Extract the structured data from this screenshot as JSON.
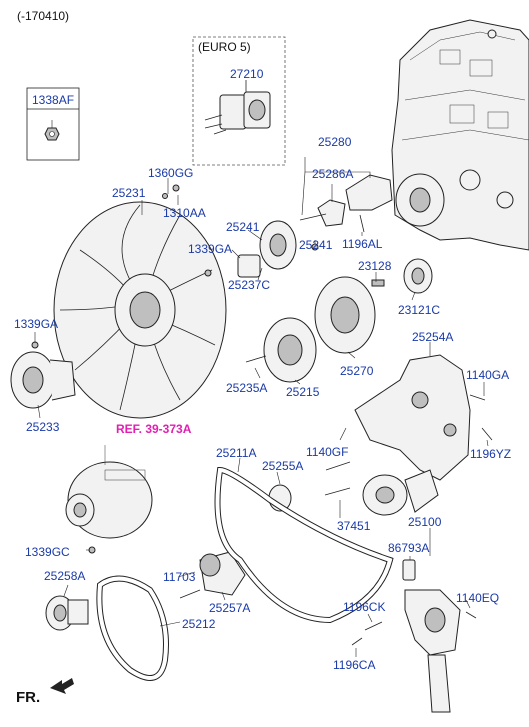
{
  "header": {
    "date_note": "(-170410)"
  },
  "inset_box": {
    "title": "1338AF"
  },
  "euro_box": {
    "title": "(EURO 5)",
    "part": "27210"
  },
  "footer": {
    "fr": "FR."
  },
  "reference": {
    "label": "REF. 39-373A"
  },
  "labels": {
    "p1360GG": "1360GG",
    "p25231": "25231",
    "p1310AA": "1310AA",
    "p25280": "25280",
    "p25286A": "25286A",
    "p25241a": "25241",
    "p25241b": "25241",
    "p1339GA_a": "1339GA",
    "p1196AL": "1196AL",
    "p25237C": "25237C",
    "p23128": "23128",
    "p23121C": "23121C",
    "p1339GA_b": "1339GA",
    "p25254A": "25254A",
    "p1140GA": "1140GA",
    "p25270": "25270",
    "p25235A": "25235A",
    "p25215": "25215",
    "p25233": "25233",
    "p25211A": "25211A",
    "p1140GF": "1140GF",
    "p25255A": "25255A",
    "p1196YZ": "1196YZ",
    "p37451": "37451",
    "p25100": "25100",
    "p1339GC": "1339GC",
    "p86793A": "86793A",
    "p25258A": "25258A",
    "p11703": "11703",
    "p1140EQ": "1140EQ",
    "p1196CK": "1196CK",
    "p25257A": "25257A",
    "p25212": "25212",
    "p1196CA": "1196CA"
  }
}
